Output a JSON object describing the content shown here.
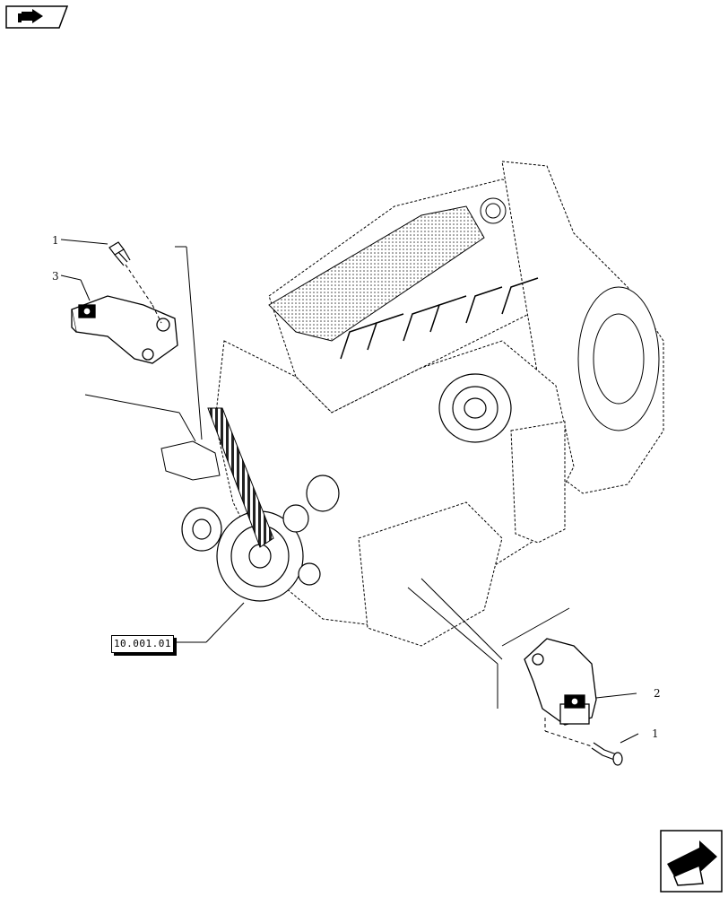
{
  "diagram": {
    "reference_link": "10.001.01",
    "callouts": [
      {
        "id": "callout-1-top",
        "text": "1"
      },
      {
        "id": "callout-3",
        "text": "3"
      },
      {
        "id": "callout-2",
        "text": "2"
      },
      {
        "id": "callout-1-bottom",
        "text": "1"
      }
    ]
  },
  "icons": {
    "prev": "book-arrow-left-icon",
    "next": "page-arrow-right-icon"
  }
}
